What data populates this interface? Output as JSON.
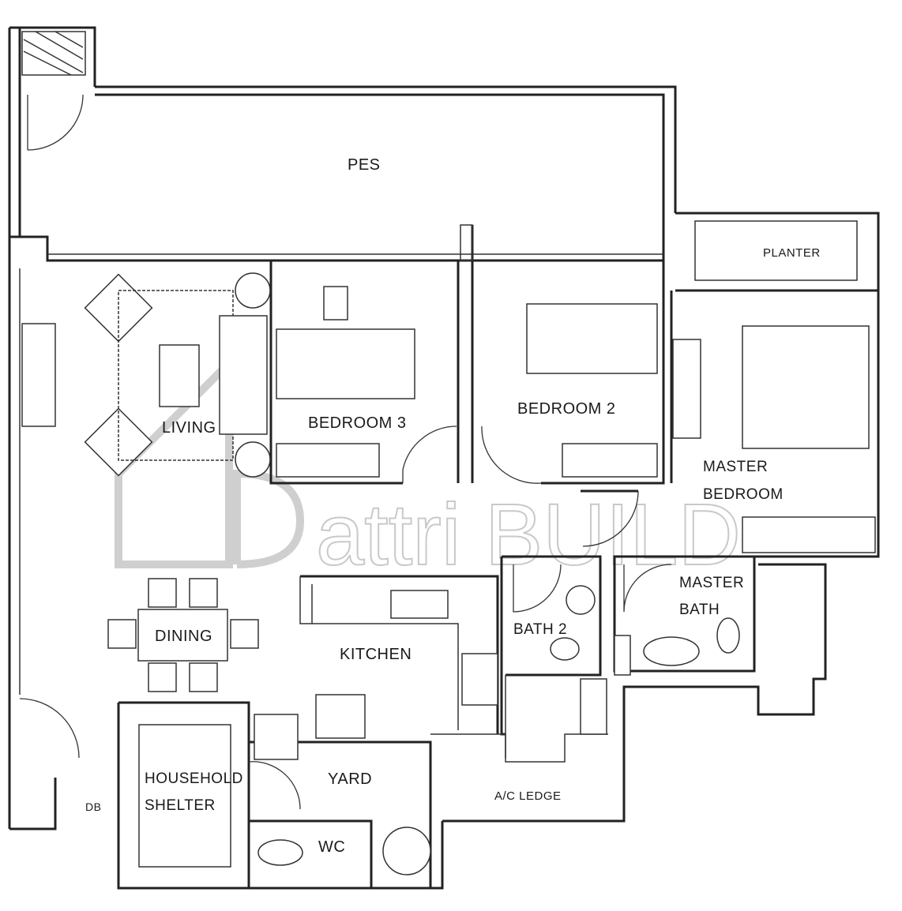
{
  "watermark": {
    "text": "attri BUILD"
  },
  "rooms": {
    "pes": "PES",
    "planter": "PLANTER",
    "living": "LIVING",
    "bedroom3": "BEDROOM 3",
    "bedroom2": "BEDROOM 2",
    "master_bedroom_1": "MASTER",
    "master_bedroom_2": "BEDROOM",
    "master_bath_1": "MASTER",
    "master_bath_2": "BATH",
    "bath2": "BATH 2",
    "dining": "DINING",
    "kitchen": "KITCHEN",
    "household_1": "HOUSEHOLD",
    "household_2": "SHELTER",
    "yard": "YARD",
    "ac_ledge": "A/C LEDGE",
    "wc": "WC",
    "db": "DB"
  }
}
